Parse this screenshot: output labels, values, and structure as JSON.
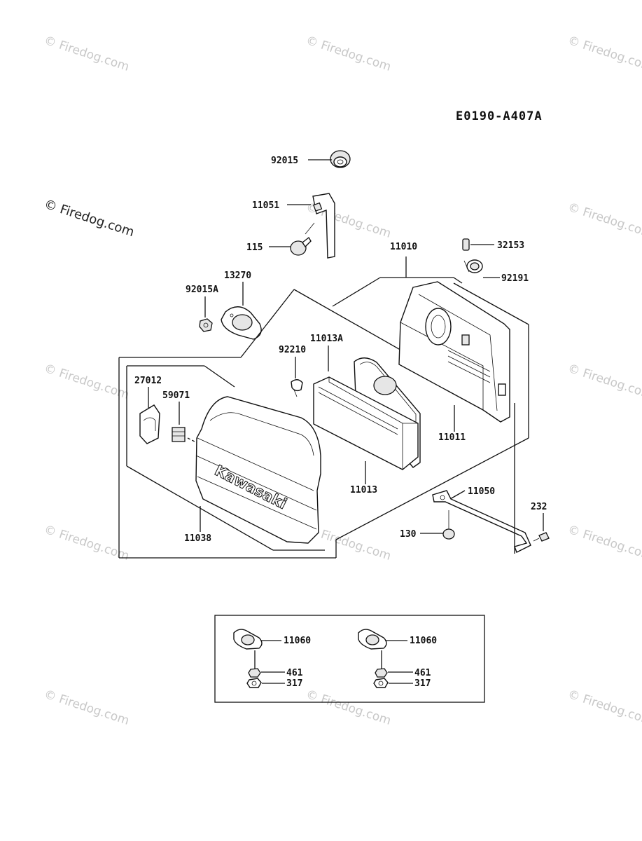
{
  "diagram_code": "E0190-A407A",
  "watermark": "© Firedog.com",
  "brand_text": "Kawasaki",
  "labels": {
    "p92015": "92015",
    "p11051": "11051",
    "p115": "115",
    "p11010": "11010",
    "p32153": "32153",
    "p92191": "92191",
    "p13270": "13270",
    "p92015A": "92015A",
    "p11013A": "11013A",
    "p92210": "92210",
    "p27012": "27012",
    "p59071": "59071",
    "p11011": "11011",
    "p11013": "11013",
    "p11050": "11050",
    "p232": "232",
    "p130": "130",
    "p11038": "11038"
  },
  "inset": {
    "left": {
      "gasket": "11060",
      "nut1": "461",
      "nut2": "317"
    },
    "right": {
      "gasket": "11060",
      "nut1": "461",
      "nut2": "317"
    }
  }
}
